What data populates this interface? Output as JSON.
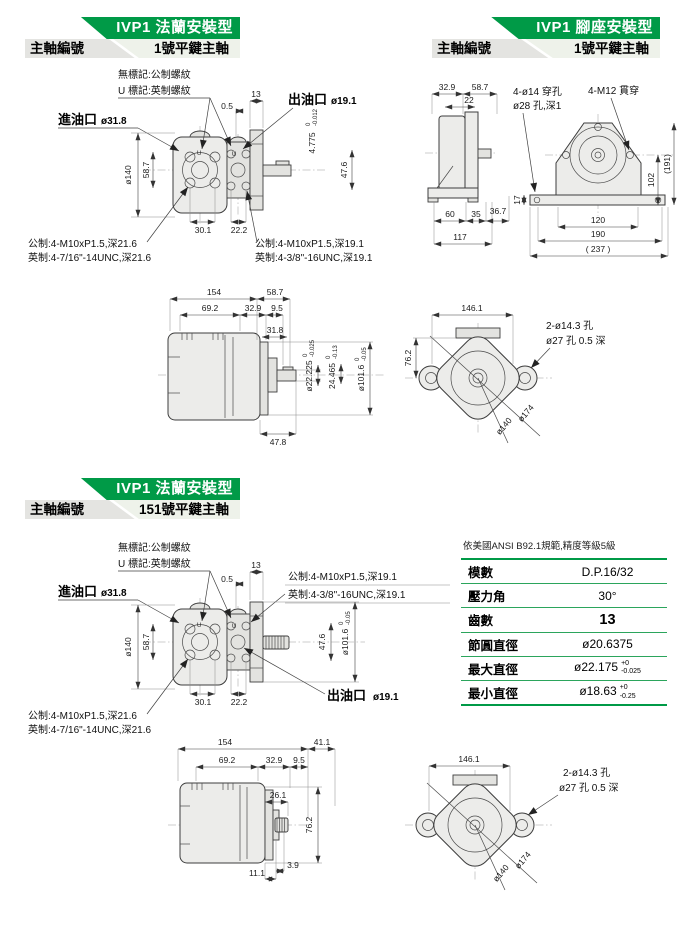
{
  "page": {
    "bg": "#ffffff",
    "green": "#009a47"
  },
  "headers": {
    "s1l": {
      "title": "IVP1 法蘭安裝型",
      "label": "主軸編號",
      "value": "1號平鍵主軸"
    },
    "s1r": {
      "title": "IVP1 腳座安裝型",
      "label": "主軸編號",
      "value": "1號平鍵主軸"
    },
    "s2": {
      "title": "IVP1 法蘭安裝型",
      "label": "主軸編號",
      "value": "151號平鍵主軸"
    }
  },
  "notes": {
    "no_mark": "無標記:公制螺紋",
    "u_mark": "U 標記:英制螺紋",
    "u_char": "U"
  },
  "ports": {
    "inlet": "進油口",
    "inlet_dia": "ø31.8",
    "outlet": "出油口",
    "outlet_dia": "ø19.1"
  },
  "threads": {
    "metric_216": "公制:4-M10xP1.5,深21.6",
    "imp_216": "英制:4-7/16\"-14UNC,深21.6",
    "metric_191": "公制:4-M10xP1.5,深19.1",
    "imp_191": "英制:4-3/8\"-16UNC,深19.1"
  },
  "dimsA": {
    "d13": "13",
    "d05": "0.5",
    "d140": "ø140",
    "d587": "58.7",
    "d4775": "4.775",
    "t4775h": "0",
    "t4775l": "-0.012",
    "d476": "47.6",
    "d301": "30.1",
    "d222": "22.2"
  },
  "dimsB": {
    "d329": "32.9",
    "d587": "58.7",
    "d22": "22",
    "hole1": "4-ø14 穿孔",
    "hole2": "ø28 孔,深1",
    "bolt": "4-M12 貫穿",
    "d191": "(191)",
    "d102": "102",
    "d17": "17",
    "d60": "60",
    "d35": "35",
    "d367": "36.7",
    "d117": "117",
    "d120": "120",
    "d190": "190",
    "d237": "( 237 )"
  },
  "dimsC": {
    "d154": "154",
    "d587": "58.7",
    "d692": "69.2",
    "d329": "32.9",
    "d95": "9.5",
    "d318": "31.8",
    "d22225": "ø22.225",
    "t22225h": "0",
    "t22225l": "-0.025",
    "d24465": "24.465",
    "t24465h": "0",
    "t24465l": "-0.13",
    "d1016": "ø101.6",
    "t1016h": "0",
    "t1016l": "-0.05",
    "d478": "47.8"
  },
  "dimsD": {
    "d1461": "146.1",
    "d762": "76.2",
    "hole1": "2-ø14.3 孔",
    "hole2": "ø27 孔 0.5 深",
    "d174": "ø174",
    "d140": "ø140"
  },
  "dimsE": {
    "d13": "13",
    "d05": "0.5",
    "d140": "ø140",
    "d587": "58.7",
    "d476": "47.6",
    "d1016": "ø101.6",
    "t1016h": "0",
    "t1016l": "-0.05",
    "d301": "30.1",
    "d222": "22.2"
  },
  "dimsF": {
    "d154": "154",
    "d411": "41.1",
    "d692": "69.2",
    "d329": "32.9",
    "d95": "9.5",
    "d261": "26.1",
    "d762": "76.2",
    "d39": "3.9",
    "d111": "11.1"
  },
  "dimsG": {
    "d1461": "146.1",
    "hole1": "2-ø14.3 孔",
    "hole2": "ø27 孔 0.5 深",
    "d174": "ø174",
    "d140": "ø140"
  },
  "spline_table": {
    "note": "依美國ANSI B92.1規範,精度等級5級",
    "rows": [
      {
        "label": "模數",
        "value": "D.P.16/32"
      },
      {
        "label": "壓力角",
        "value": "30°"
      },
      {
        "label": "齒數",
        "value": "13"
      },
      {
        "label": "節圓直徑",
        "value": "ø20.6375"
      },
      {
        "label": "最大直徑",
        "value": "ø22.175",
        "tol_hi": "+0",
        "tol_lo": "-0.025"
      },
      {
        "label": "最小直徑",
        "value": "ø18.63",
        "tol_hi": "+0",
        "tol_lo": "-0.25"
      }
    ]
  }
}
